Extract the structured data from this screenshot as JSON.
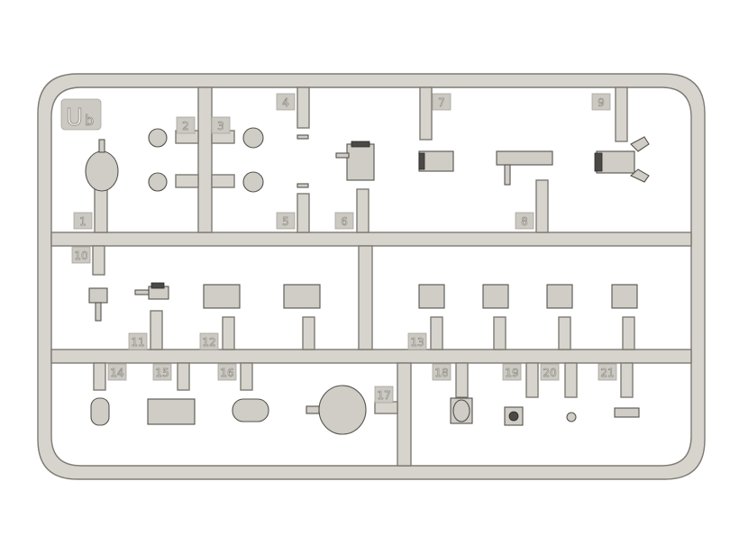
{
  "sprue": {
    "code_main": "U",
    "code_sub": "b",
    "labels": {
      "p1": "1",
      "p2": "2",
      "p3": "3",
      "p4": "4",
      "p5": "5",
      "p6": "6",
      "p7": "7",
      "p8": "8",
      "p9": "9",
      "p10": "10",
      "p11": "11",
      "p12": "12",
      "p13": "13",
      "p14": "14",
      "p15": "15",
      "p16": "16",
      "p17": "17",
      "p18": "18",
      "p19": "19",
      "p20": "20",
      "p21": "21"
    }
  },
  "colors": {
    "plastic": "#d6d4cc",
    "outline": "#7d7b74"
  }
}
